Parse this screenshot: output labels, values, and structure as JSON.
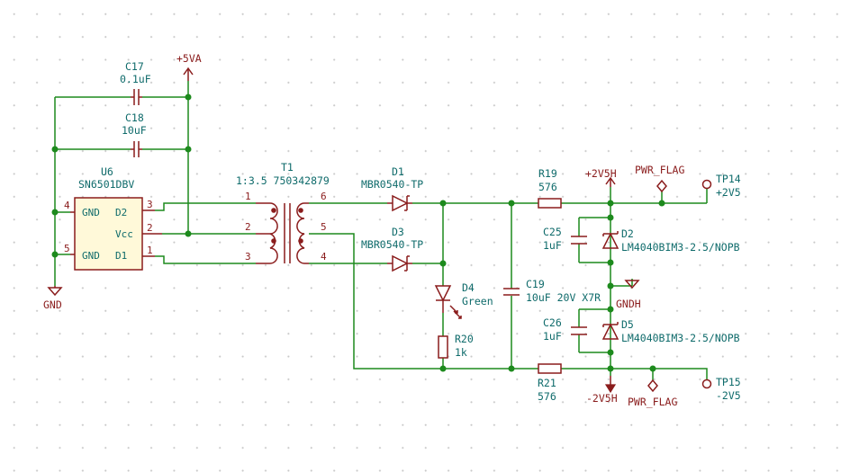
{
  "power": {
    "p5va": "+5VA",
    "gnd": "GND",
    "p2v5h": "+2V5H",
    "gndh": "GNDH",
    "m2v5h": "-2V5H",
    "pwr_flag_top": "PWR_FLAG",
    "pwr_flag_bottom": "PWR_FLAG"
  },
  "components": {
    "c17": {
      "ref": "C17",
      "value": "0.1uF"
    },
    "c18": {
      "ref": "C18",
      "value": "10uF"
    },
    "u6": {
      "ref": "U6",
      "value": "SN6501DBV",
      "pins": {
        "gnd1": "GND",
        "gnd2": "GND",
        "vcc": "Vcc",
        "d2": "D2",
        "d1": "D1"
      },
      "pin_numbers": {
        "p4": "4",
        "p5": "5",
        "p3": "3",
        "p2": "2",
        "p1": "1"
      }
    },
    "t1": {
      "ref": "T1",
      "value": "1:3.5  750342879",
      "pin_numbers": {
        "p1": "1",
        "p2": "2",
        "p3": "3",
        "p4": "4",
        "p5": "5",
        "p6": "6"
      }
    },
    "d1": {
      "ref": "D1",
      "value": "MBR0540-TP"
    },
    "d3": {
      "ref": "D3",
      "value": "MBR0540-TP"
    },
    "d4": {
      "ref": "D4",
      "value": "Green"
    },
    "r20": {
      "ref": "R20",
      "value": "1k"
    },
    "c19": {
      "ref": "C19",
      "value": "10uF 20V X7R"
    },
    "r19": {
      "ref": "R19",
      "value": "576"
    },
    "r21": {
      "ref": "R21",
      "value": "576"
    },
    "c25": {
      "ref": "C25",
      "value": "1uF"
    },
    "c26": {
      "ref": "C26",
      "value": "1uF"
    },
    "d2": {
      "ref": "D2",
      "value": "LM4040BIM3-2.5/NOPB"
    },
    "d5": {
      "ref": "D5",
      "value": "LM4040BIM3-2.5/NOPB"
    },
    "tp14": {
      "ref": "TP14",
      "value": "+2V5"
    },
    "tp15": {
      "ref": "TP15",
      "value": "-2V5"
    }
  },
  "colors": {
    "wire": "#1d8a1d",
    "symbol": "#8a1c1c",
    "text": "#0f6b6b",
    "ic_fill": "#fff9d9",
    "grid_dot": "#c9c9c9"
  }
}
